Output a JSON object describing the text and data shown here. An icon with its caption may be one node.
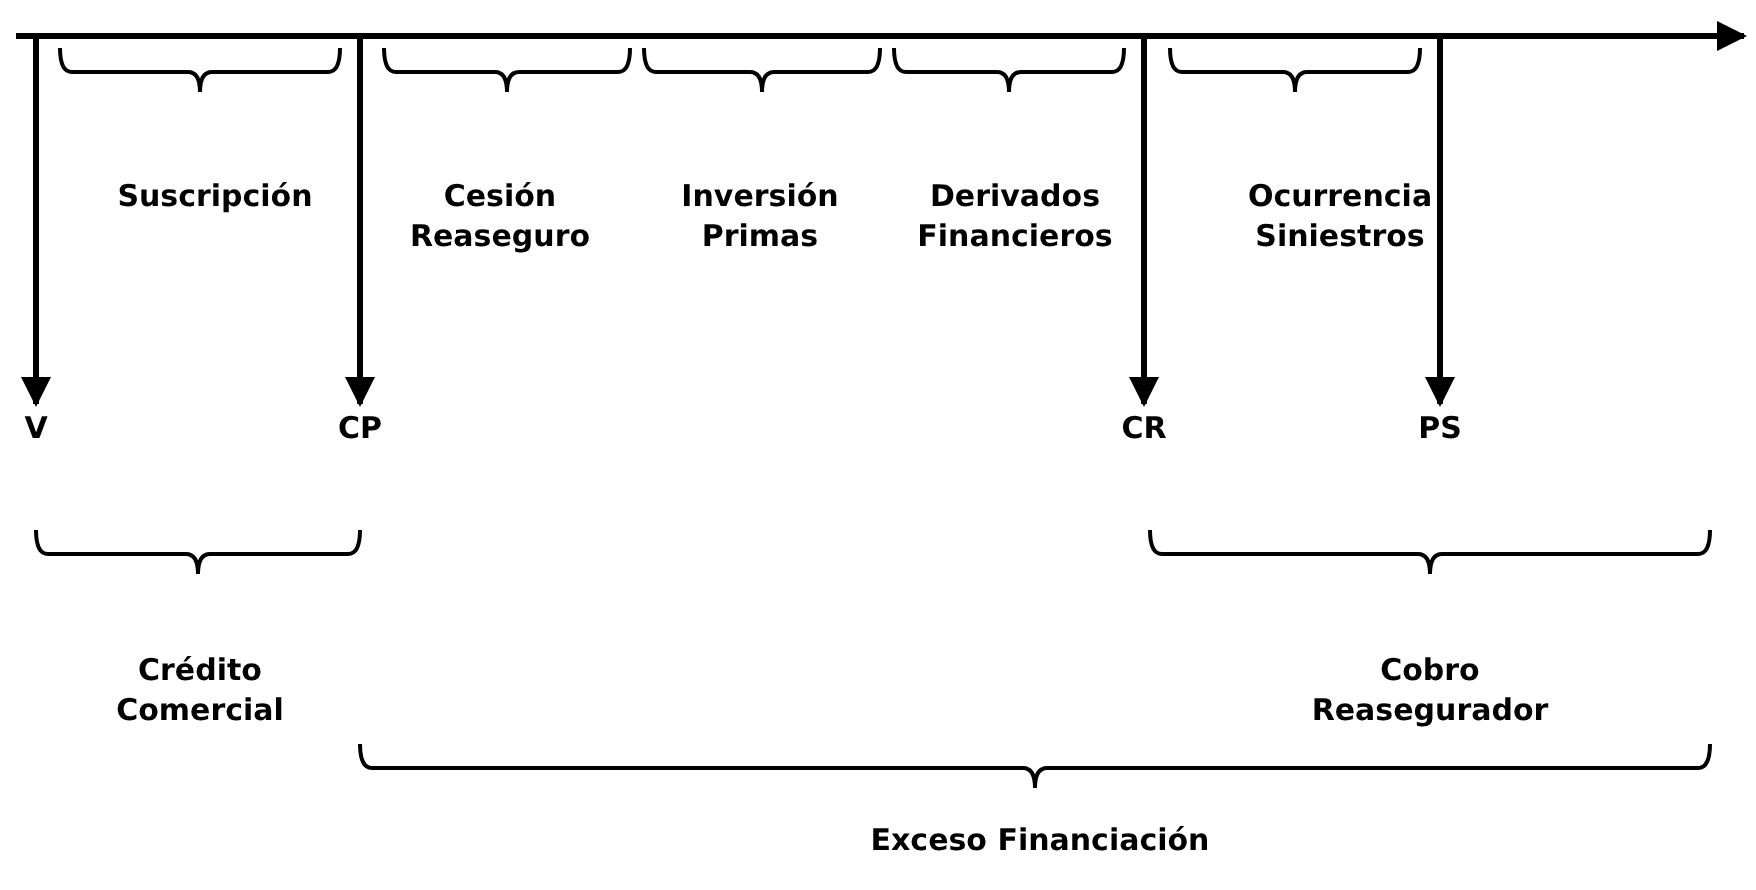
{
  "diagram": {
    "nodes": [
      {
        "text": [
          "V"
        ]
      },
      {
        "text": [
          "CP"
        ]
      },
      {
        "text": [
          "CR"
        ]
      },
      {
        "text": [
          "PS"
        ]
      }
    ],
    "edges": [
      {
        "from": null,
        "to": 0,
        "arrow": "to"
      },
      {
        "from": null,
        "to": 1,
        "arrow": "to"
      },
      {
        "from": null,
        "to": 2,
        "arrow": "to"
      },
      {
        "from": null,
        "to": 3,
        "arrow": "to"
      }
    ],
    "labels": [
      "Suscripción",
      "Cesión Reaseguro",
      "Inversión Primas",
      "Derivados Financieros",
      "Ocurrencia Siniestros",
      "Crédito Comercial",
      "Cobro Reasegurador",
      "Exceso Financiación"
    ]
  }
}
